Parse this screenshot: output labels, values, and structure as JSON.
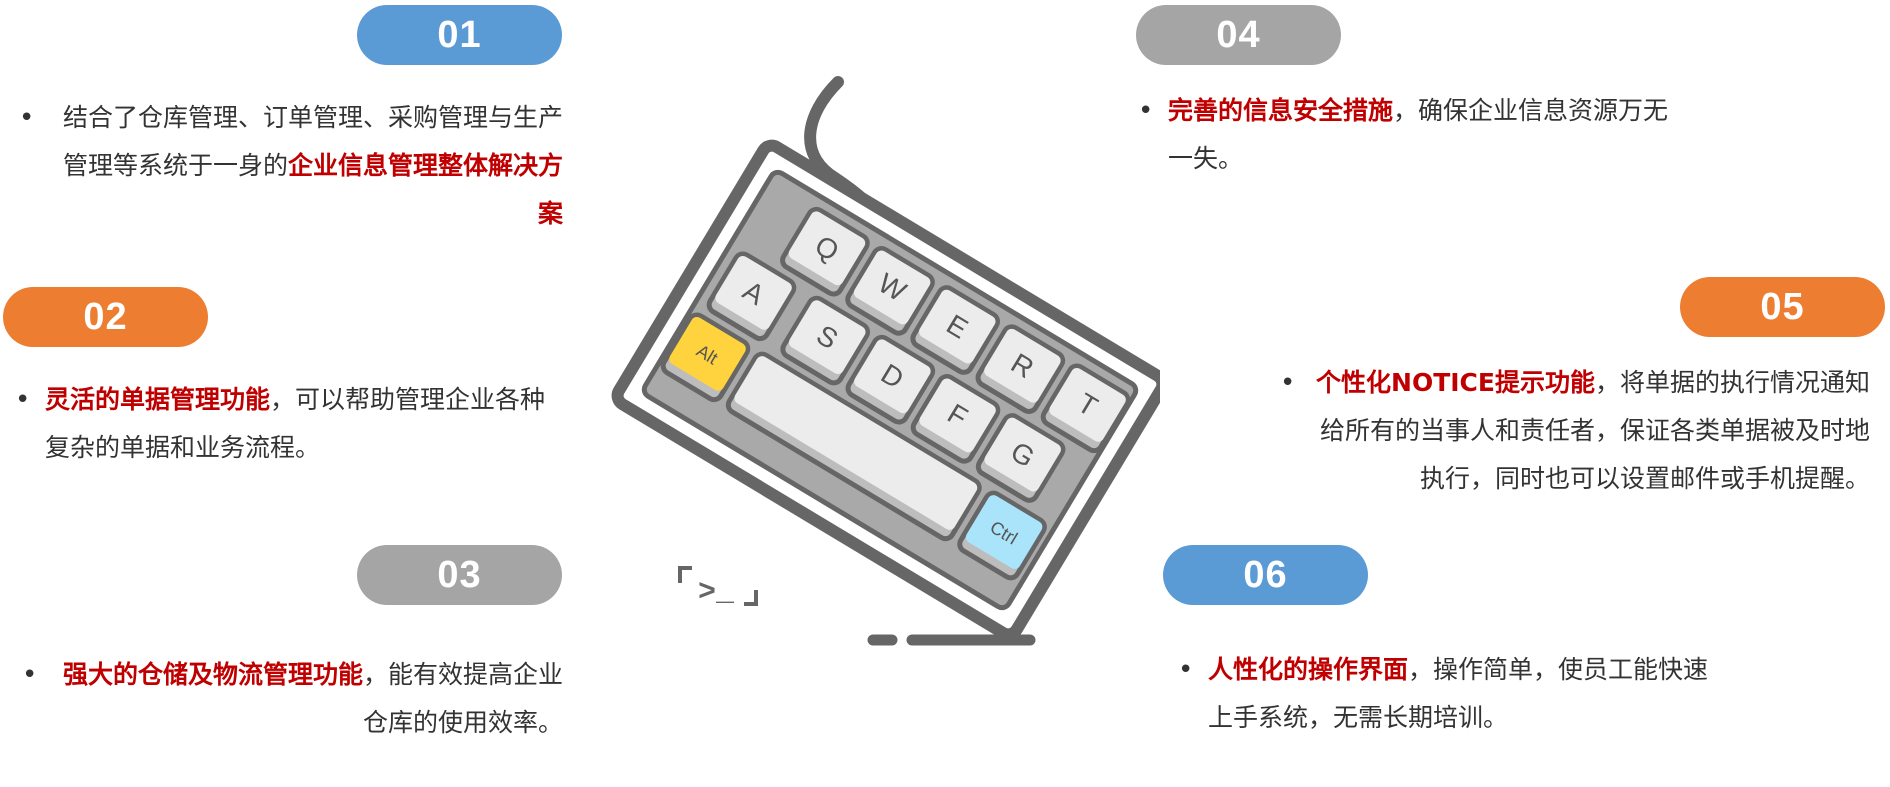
{
  "colors": {
    "blue": "#5b9bd5",
    "gray": "#a5a5a5",
    "orange": "#ed7d31",
    "highlight": "#c00000",
    "alt_key": "#ffd33d",
    "ctrl_key": "#a9e4fb"
  },
  "items": [
    {
      "number": "01",
      "bullet": "•",
      "pre": "结合了仓库管理、订单管理、采购管理与生产管理等系统于一身的",
      "highlight": "企业信息管理整体解决方案",
      "post": ""
    },
    {
      "number": "02",
      "bullet": "•",
      "pre": "",
      "highlight": "灵活的单据管理功能",
      "post": "，可以帮助管理企业各种复杂的单据和业务流程。"
    },
    {
      "number": "03",
      "bullet": "•",
      "pre": "",
      "highlight": "强大的仓储及物流管理功能",
      "post": "，能有效提高企业仓库的使用效率。"
    },
    {
      "number": "04",
      "bullet": "•",
      "pre": "",
      "highlight": "完善的信息安全措施",
      "post": "，确保企业信息资源万无一失。"
    },
    {
      "number": "05",
      "bullet": "•",
      "pre": "",
      "highlight": "个性化NOTICE提示功能",
      "post": "，将单据的执行情况通知给所有的当事人和责任者，保证各类单据被及时地执行，同时也可以设置邮件或手机提醒。"
    },
    {
      "number": "06",
      "bullet": "•",
      "pre": "",
      "highlight": "人性化的操作界面",
      "post": "，操作简单，使员工能快速上手系统，无需长期培训。"
    }
  ],
  "keyboard": {
    "row1": [
      "Q",
      "W",
      "E",
      "R",
      "T"
    ],
    "row2": [
      "A",
      "S",
      "D",
      "F",
      "G"
    ],
    "alt": "Alt",
    "ctrl": "Ctrl",
    "prompt": ">_"
  }
}
